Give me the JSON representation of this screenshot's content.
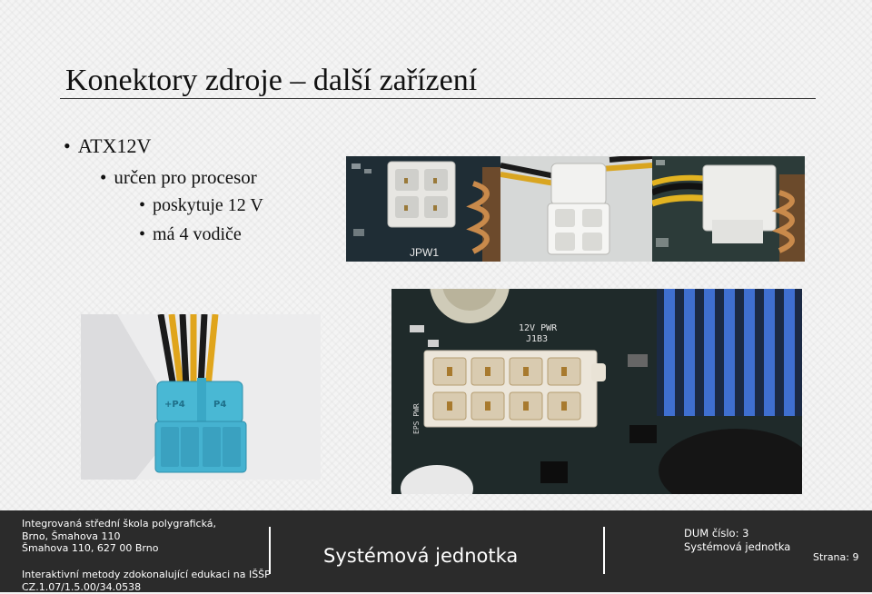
{
  "slide": {
    "title": "Konektory zdroje – další zařízení",
    "bullets": {
      "l1": "ATX12V",
      "l2": "určen pro procesor",
      "l3": "poskytuje 12 V",
      "l4": "má 4 vodiče"
    }
  },
  "photos": {
    "p1_label": "JPW1",
    "p4_label_left": "+P4",
    "p4_label_right": "P4",
    "p5_label_a": "12V PWR",
    "p5_label_b": "J1B3",
    "p5_label_c": "EPS PWR"
  },
  "footer": {
    "school_line1": "Integrovaná střední škola polygrafická,",
    "school_line2": "Brno, Šmahova 110",
    "school_line3": "Šmahova 110, 627 00 Brno",
    "method_line1": "Interaktivní metody zdokonalující edukaci na IŠŠP",
    "method_line2": "CZ.1.07/1.5.00/34.0538",
    "center_title": "Systémová jednotka",
    "dum_line1": "DUM číslo: 3",
    "dum_line2": "Systémová jednotka",
    "page": "Strana: 9"
  }
}
